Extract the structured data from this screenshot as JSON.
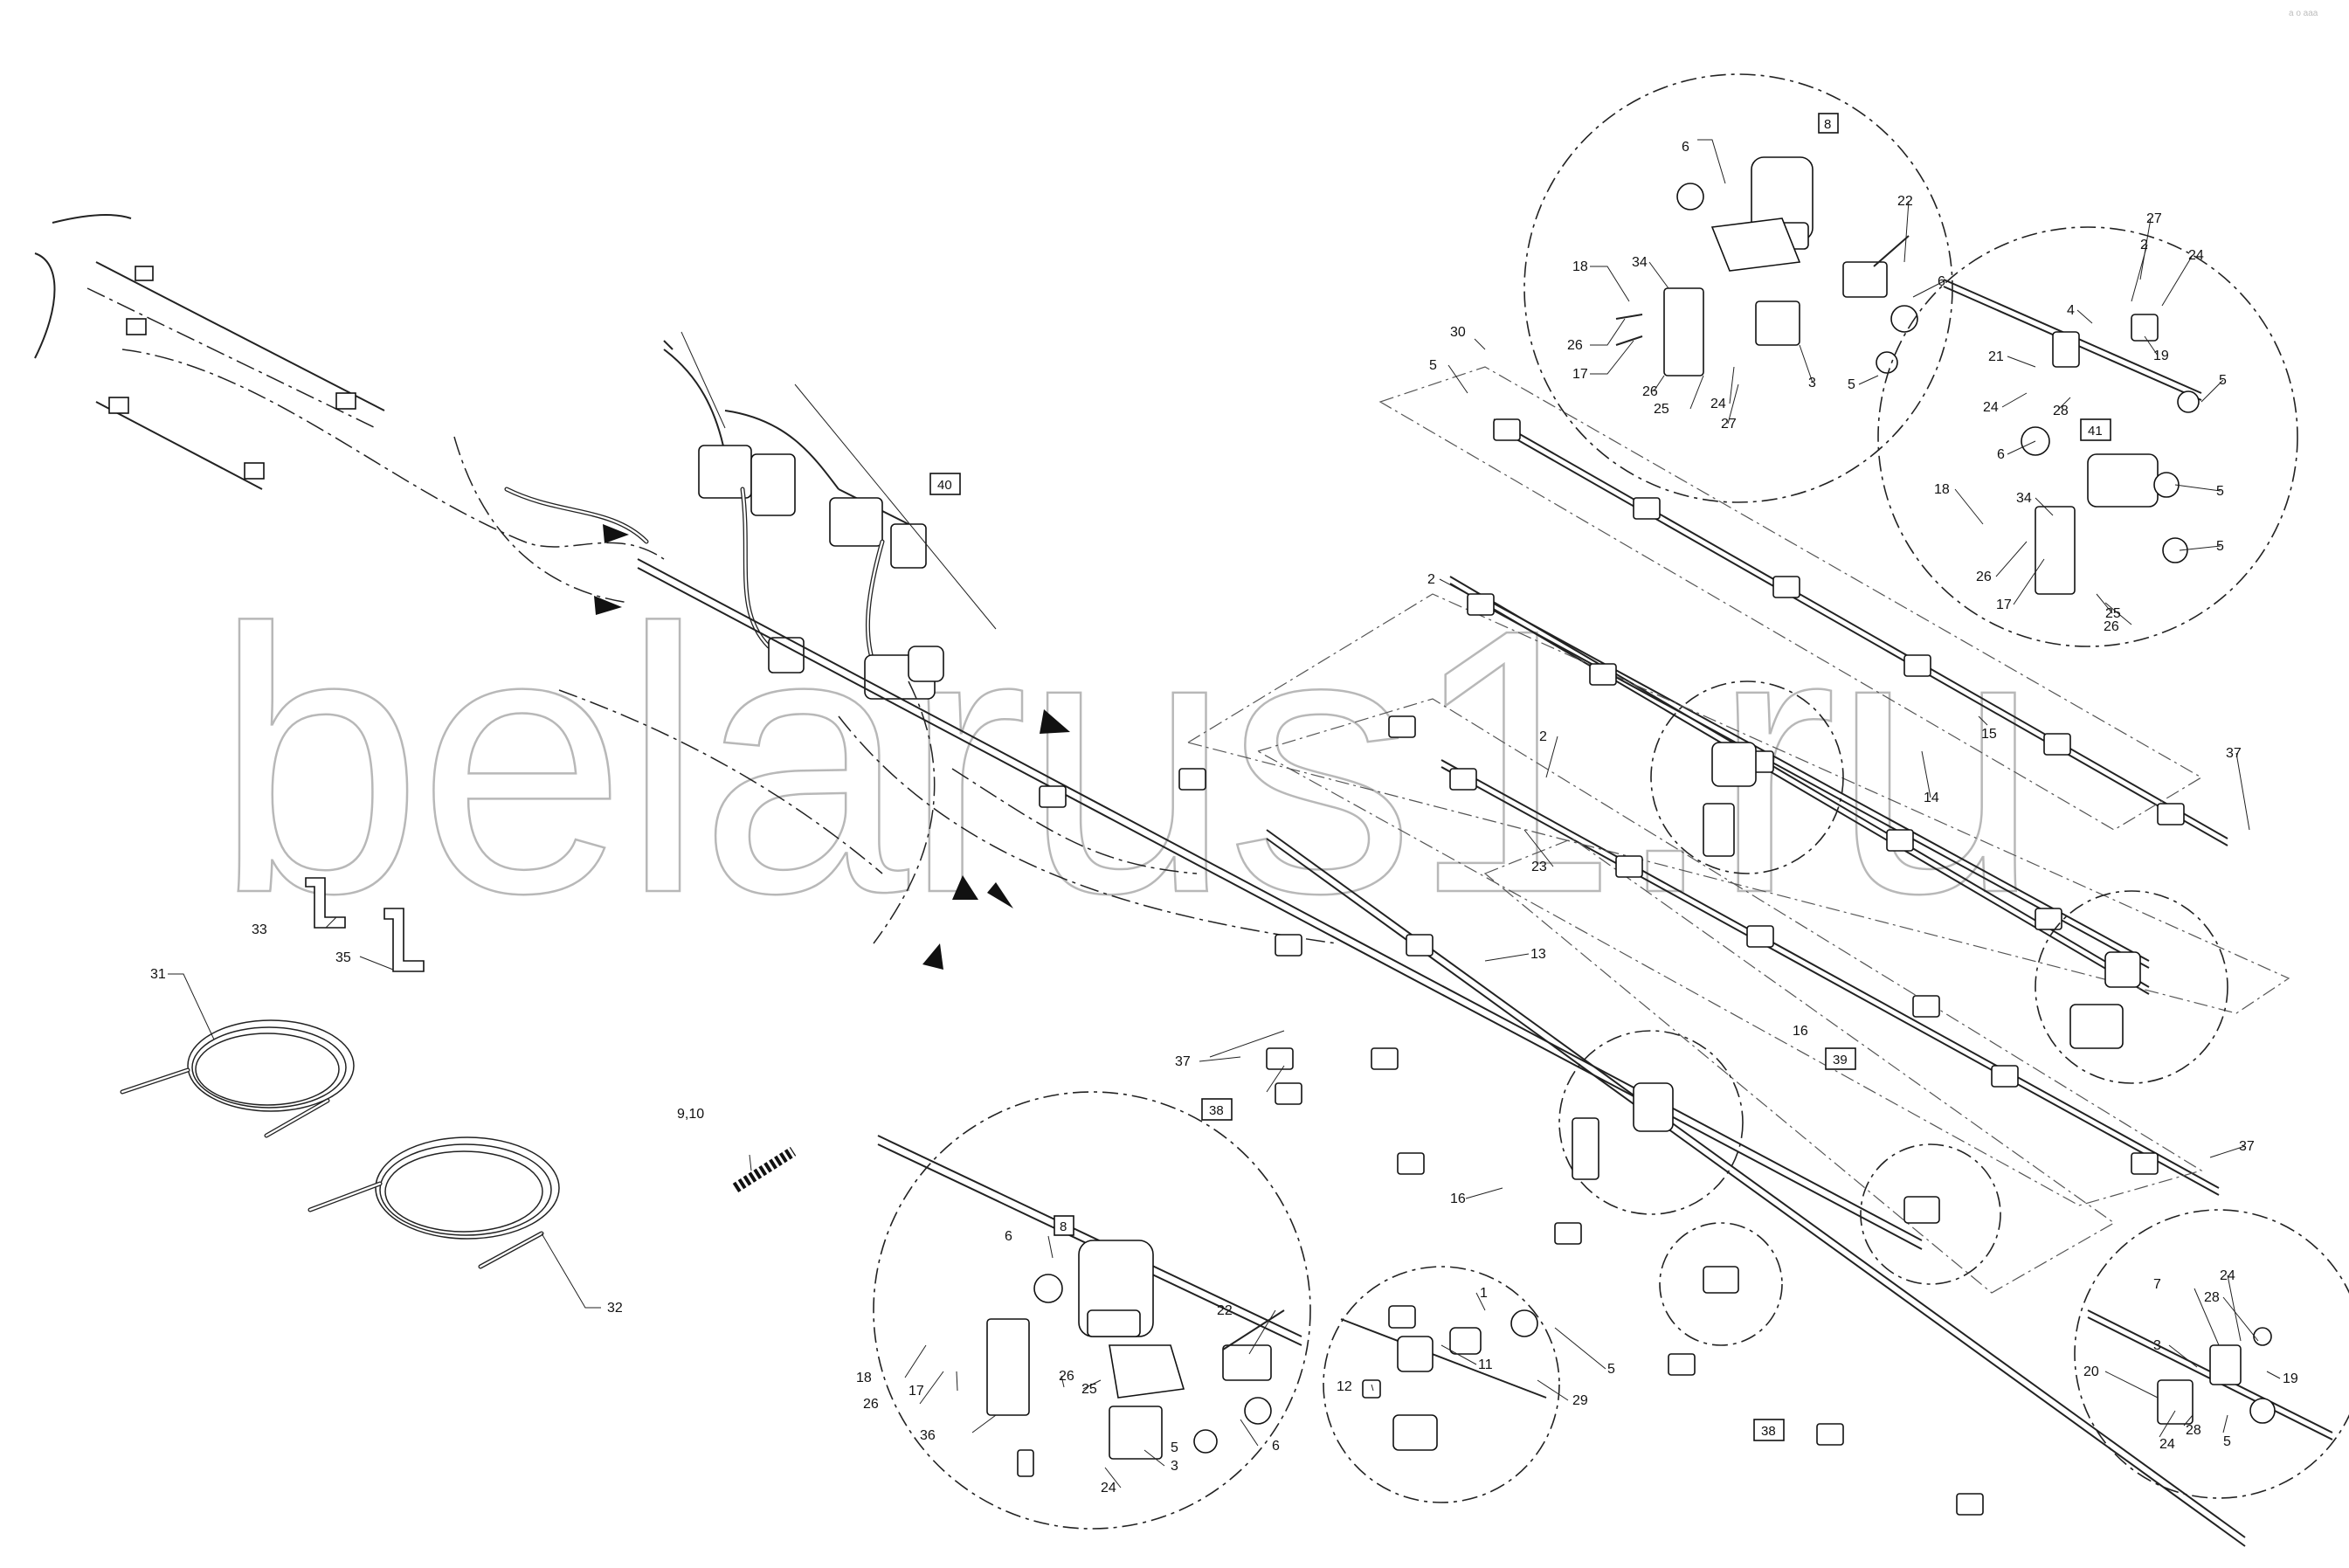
{
  "watermark": {
    "text": "belarus1.ru"
  },
  "corner_stamp": "a o aaa",
  "callouts": [
    {
      "id": "c1",
      "text": "6"
    },
    {
      "id": "c2",
      "text": "22"
    },
    {
      "id": "c3",
      "text": "18"
    },
    {
      "id": "c4",
      "text": "34"
    },
    {
      "id": "c5",
      "text": "6"
    },
    {
      "id": "c6",
      "text": "26"
    },
    {
      "id": "c7",
      "text": "17"
    },
    {
      "id": "c8",
      "text": "26"
    },
    {
      "id": "c9",
      "text": "25"
    },
    {
      "id": "c10",
      "text": "24"
    },
    {
      "id": "c11",
      "text": "27"
    },
    {
      "id": "c12",
      "text": "3"
    },
    {
      "id": "c13",
      "text": "5"
    },
    {
      "id": "c14",
      "text": "30"
    },
    {
      "id": "c15",
      "text": "5"
    },
    {
      "id": "c16",
      "text": "27"
    },
    {
      "id": "c17",
      "text": "2"
    },
    {
      "id": "c18",
      "text": "24"
    },
    {
      "id": "c19",
      "text": "4"
    },
    {
      "id": "c20",
      "text": "19"
    },
    {
      "id": "c21",
      "text": "21"
    },
    {
      "id": "c22",
      "text": "5"
    },
    {
      "id": "c23",
      "text": "24"
    },
    {
      "id": "c24",
      "text": "28"
    },
    {
      "id": "c25",
      "text": "6"
    },
    {
      "id": "c26",
      "text": "5"
    },
    {
      "id": "c27",
      "text": "18"
    },
    {
      "id": "c28",
      "text": "34"
    },
    {
      "id": "c29",
      "text": "5"
    },
    {
      "id": "c30",
      "text": "26"
    },
    {
      "id": "c31",
      "text": "17"
    },
    {
      "id": "c32",
      "text": "25"
    },
    {
      "id": "c33",
      "text": "26"
    },
    {
      "id": "c34",
      "text": "2"
    },
    {
      "id": "c35",
      "text": "15"
    },
    {
      "id": "c36",
      "text": "2"
    },
    {
      "id": "c37",
      "text": "37"
    },
    {
      "id": "c38",
      "text": "14"
    },
    {
      "id": "c39",
      "text": "23"
    },
    {
      "id": "c40",
      "text": "13"
    },
    {
      "id": "c41",
      "text": "16"
    },
    {
      "id": "c42",
      "text": "33"
    },
    {
      "id": "c43",
      "text": "35"
    },
    {
      "id": "c44",
      "text": "31"
    },
    {
      "id": "c45",
      "text": "37"
    },
    {
      "id": "c46",
      "text": "9,10"
    },
    {
      "id": "c47",
      "text": "32"
    },
    {
      "id": "c48",
      "text": "16"
    },
    {
      "id": "c49",
      "text": "37"
    },
    {
      "id": "c50",
      "text": "6"
    },
    {
      "id": "c51",
      "text": "22"
    },
    {
      "id": "c52",
      "text": "18"
    },
    {
      "id": "c53",
      "text": "26"
    },
    {
      "id": "c54",
      "text": "17"
    },
    {
      "id": "c55",
      "text": "25"
    },
    {
      "id": "c56",
      "text": "26"
    },
    {
      "id": "c57",
      "text": "36"
    },
    {
      "id": "c58",
      "text": "5"
    },
    {
      "id": "c59",
      "text": "3"
    },
    {
      "id": "c60",
      "text": "6"
    },
    {
      "id": "c61",
      "text": "24"
    },
    {
      "id": "c62",
      "text": "1"
    },
    {
      "id": "c63",
      "text": "12"
    },
    {
      "id": "c64",
      "text": "11"
    },
    {
      "id": "c65",
      "text": "5"
    },
    {
      "id": "c66",
      "text": "29"
    },
    {
      "id": "c67",
      "text": "7"
    },
    {
      "id": "c68",
      "text": "24"
    },
    {
      "id": "c69",
      "text": "28"
    },
    {
      "id": "c70",
      "text": "3"
    },
    {
      "id": "c71",
      "text": "19"
    },
    {
      "id": "c72",
      "text": "20"
    },
    {
      "id": "c73",
      "text": "24"
    },
    {
      "id": "c74",
      "text": "28"
    },
    {
      "id": "c75",
      "text": "5"
    }
  ],
  "boxed_labels": [
    {
      "id": "b1",
      "text": "8"
    },
    {
      "id": "b2",
      "text": "40"
    },
    {
      "id": "b3",
      "text": "41"
    },
    {
      "id": "b4",
      "text": "39"
    },
    {
      "id": "b5",
      "text": "38"
    },
    {
      "id": "b6",
      "text": "8"
    },
    {
      "id": "b7",
      "text": "38"
    }
  ]
}
